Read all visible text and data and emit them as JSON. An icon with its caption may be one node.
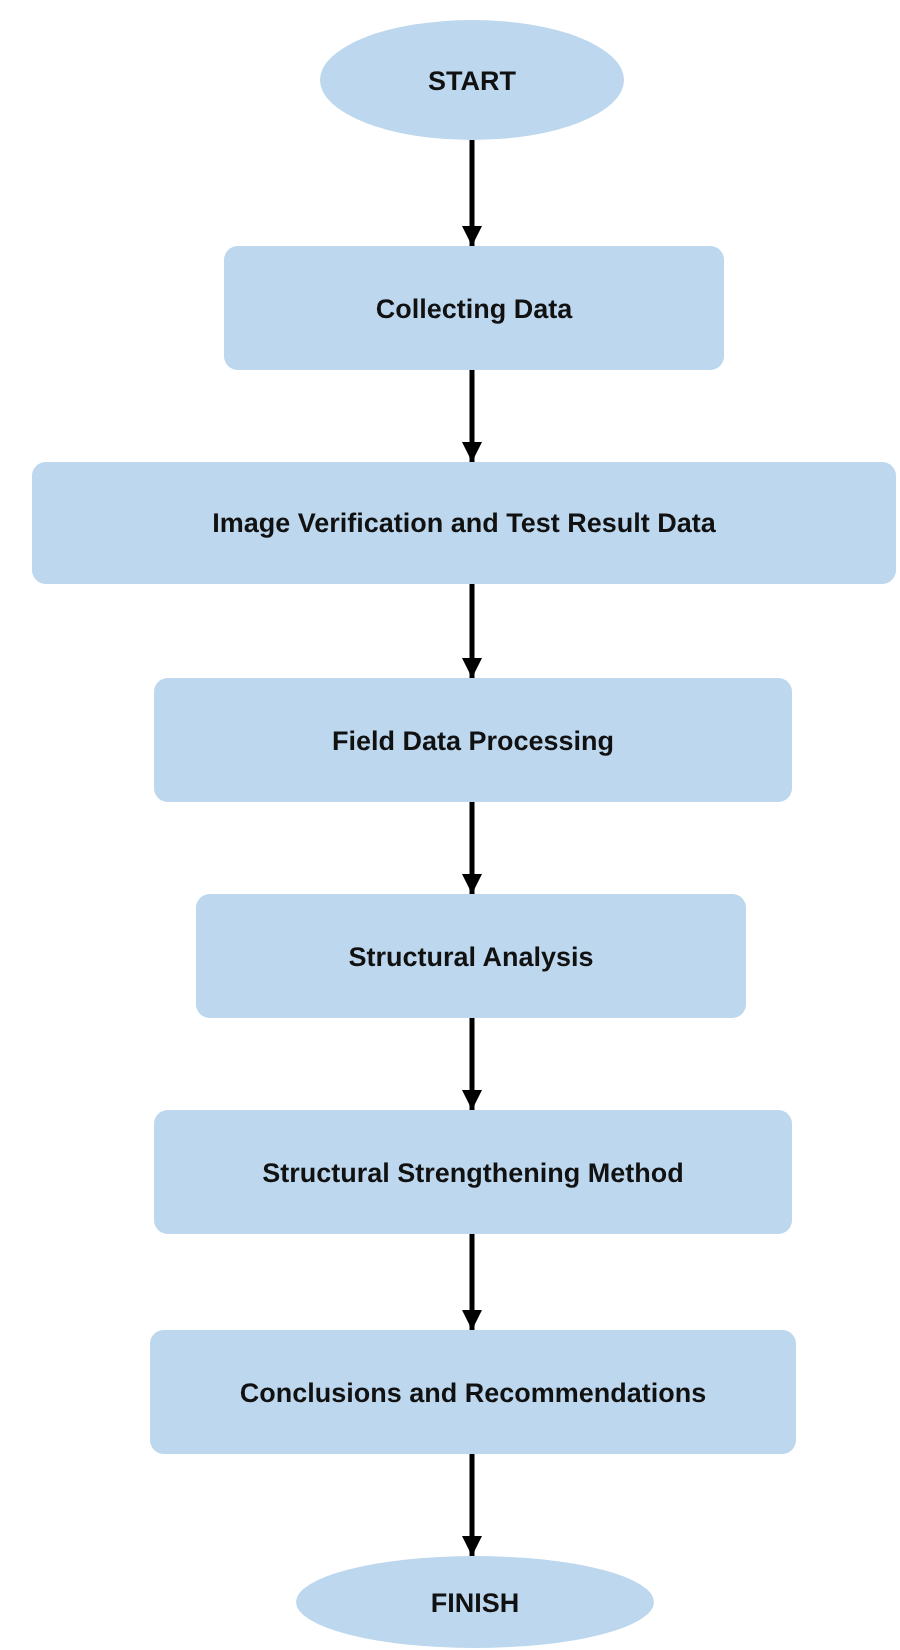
{
  "diagram": {
    "nodes": [
      {
        "text": [
          "START"
        ]
      },
      {
        "text": [
          "Collecting Data"
        ]
      },
      {
        "text": [
          "Image Verification and Test Result Data"
        ]
      },
      {
        "text": [
          "Field Data Processing"
        ]
      },
      {
        "text": [
          "Structural Analysis"
        ]
      },
      {
        "text": [
          "Structural Strengthening Method"
        ]
      },
      {
        "text": [
          "Conclusions and Recommendations"
        ]
      },
      {
        "text": [
          "FINISH"
        ]
      }
    ],
    "edges": [
      {
        "from": 0,
        "to": 1,
        "arrow": "to"
      },
      {
        "from": 1,
        "to": 2,
        "arrow": "to"
      },
      {
        "from": 2,
        "to": 3,
        "arrow": "to"
      },
      {
        "from": 3,
        "to": 4,
        "arrow": "to"
      },
      {
        "from": 4,
        "to": 5,
        "arrow": "to"
      },
      {
        "from": 5,
        "to": 6,
        "arrow": "to"
      },
      {
        "from": 6,
        "to": 7,
        "arrow": "to"
      }
    ]
  }
}
